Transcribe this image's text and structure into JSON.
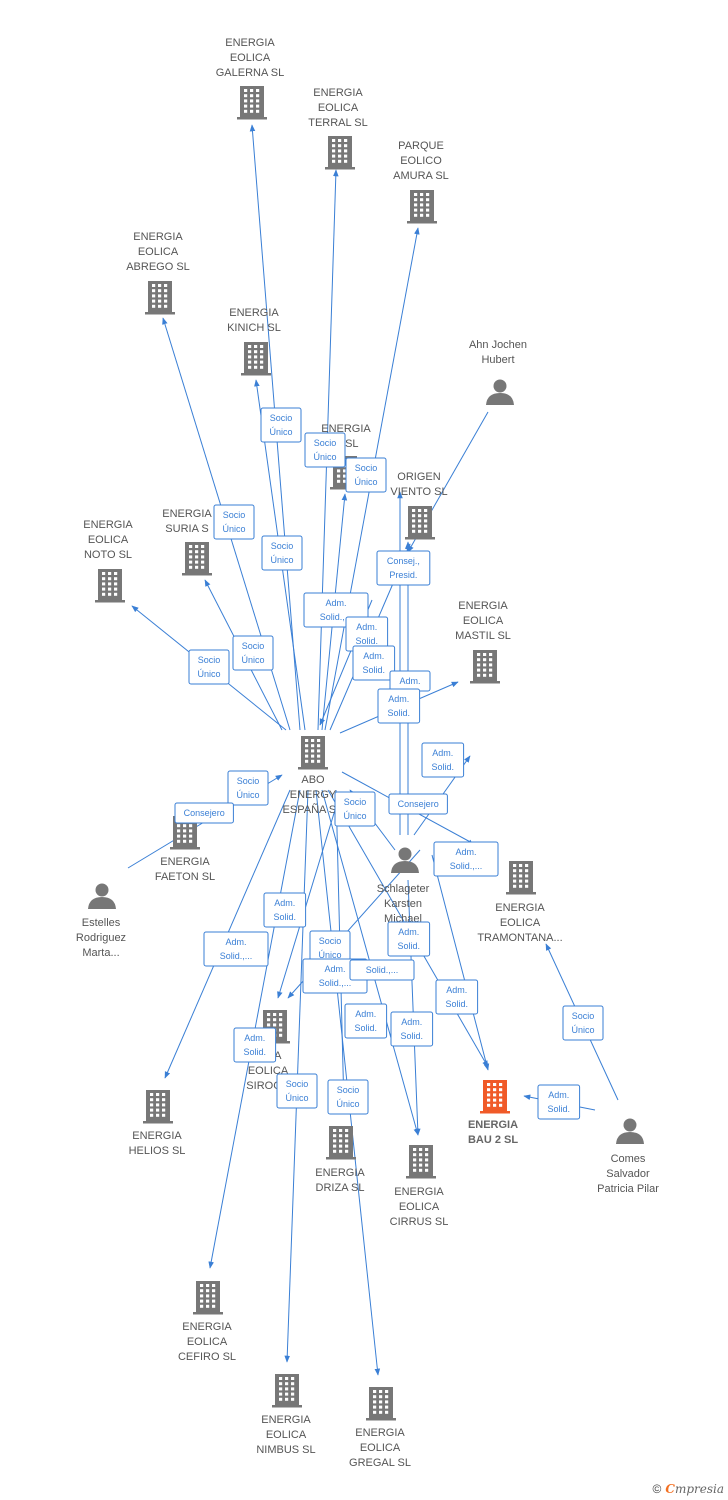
{
  "colors": {
    "edge": "#3a7fd5",
    "node": "#777777",
    "highlight": "#f05a28",
    "text": "#555555"
  },
  "nodes": [
    {
      "id": "abo",
      "type": "building",
      "label": [
        "ABO",
        "ENERGY",
        "ESPAÑA SA"
      ]
    },
    {
      "id": "galerna",
      "type": "building",
      "label": [
        "ENERGIA",
        "EOLICA",
        "GALERNA SL"
      ]
    },
    {
      "id": "terral",
      "type": "building",
      "label": [
        "ENERGIA",
        "EOLICA",
        "TERRAL SL"
      ]
    },
    {
      "id": "amura",
      "type": "building",
      "label": [
        "PARQUE",
        "EOLICO",
        "AMURA SL"
      ]
    },
    {
      "id": "abrego",
      "type": "building",
      "label": [
        "ENERGIA",
        "EOLICA",
        "ABREGO SL"
      ]
    },
    {
      "id": "kinich",
      "type": "building",
      "label": [
        "ENERGIA",
        "KINICH SL"
      ]
    },
    {
      "id": "ahn",
      "type": "person",
      "label": [
        "Ahn Jochen",
        "Hubert"
      ]
    },
    {
      "id": "eosl",
      "type": "building",
      "label": [
        "ENERGIA",
        "O SL"
      ]
    },
    {
      "id": "origen",
      "type": "building",
      "label": [
        "ORIGEN",
        "VIENTO SL"
      ]
    },
    {
      "id": "suria",
      "type": "building",
      "label": [
        "ENERGIA",
        "SURIA S"
      ]
    },
    {
      "id": "noto",
      "type": "building",
      "label": [
        "ENERGIA",
        "EOLICA",
        "NOTO SL"
      ]
    },
    {
      "id": "mastil",
      "type": "building",
      "label": [
        "ENERGIA",
        "EOLICA",
        "MASTIL SL"
      ]
    },
    {
      "id": "faeton",
      "type": "building",
      "label": [
        "ENERGIA",
        "FAETON SL"
      ]
    },
    {
      "id": "estelles",
      "type": "person",
      "label": [
        "Estelles",
        "Rodriguez",
        "Marta..."
      ]
    },
    {
      "id": "schlageter",
      "type": "person",
      "label": [
        "Schlageter",
        "Karsten",
        "Michael"
      ]
    },
    {
      "id": "tramontana",
      "type": "building",
      "label": [
        "ENERGIA",
        "EOLICA",
        "TRAMONTANA..."
      ]
    },
    {
      "id": "siroco",
      "type": "building",
      "label": [
        "RGIA",
        "EOLICA",
        "SIROCO"
      ]
    },
    {
      "id": "helios",
      "type": "building",
      "label": [
        "ENERGIA",
        "HELIOS SL"
      ]
    },
    {
      "id": "driza",
      "type": "building",
      "label": [
        "ENERGIA",
        "DRIZA SL"
      ]
    },
    {
      "id": "cirrus",
      "type": "building",
      "label": [
        "ENERGIA",
        "EOLICA",
        "CIRRUS SL"
      ]
    },
    {
      "id": "bau2",
      "type": "building",
      "highlight": true,
      "label": [
        "ENERGIA",
        "BAU 2 SL"
      ]
    },
    {
      "id": "comes",
      "type": "person",
      "label": [
        "Comes",
        "Salvador",
        "Patricia Pilar"
      ]
    },
    {
      "id": "cefiro",
      "type": "building",
      "label": [
        "ENERGIA",
        "EOLICA",
        "CEFIRO SL"
      ]
    },
    {
      "id": "nimbus",
      "type": "building",
      "label": [
        "ENERGIA",
        "EOLICA",
        "NIMBUS SL"
      ]
    },
    {
      "id": "gregal",
      "type": "building",
      "label": [
        "ENERGIA",
        "EOLICA",
        "GREGAL SL"
      ]
    }
  ],
  "edge_labels": [
    [
      "Socio",
      "Único"
    ],
    [
      "Socio",
      "Único"
    ],
    [
      "Socio",
      "Único"
    ],
    [
      "Socio",
      "Único"
    ],
    [
      "Socio",
      "Único"
    ],
    [
      "Socio",
      "Único"
    ],
    [
      "Socio",
      "Único"
    ],
    [
      "Socio",
      "Único"
    ],
    [
      "Consej.,",
      "Presid."
    ],
    [
      "Adm.",
      "Solid.,..."
    ],
    [
      "Adm.",
      "Solid."
    ],
    [
      "Adm.",
      "Solid."
    ],
    [
      "Adm."
    ],
    [
      "Adm.",
      "Solid."
    ],
    [
      "Adm.",
      "Solid."
    ],
    [
      "Socio",
      "Único"
    ],
    [
      "Consejero"
    ],
    [
      "Consejero"
    ],
    [
      "Adm.",
      "Solid.,..."
    ],
    [
      "Adm.",
      "Solid."
    ],
    [
      "Adm.",
      "Solid.,..."
    ],
    [
      "Socio",
      "Único"
    ],
    [
      "Adm.",
      "Solid."
    ],
    [
      "Adm.",
      "Solid.,..."
    ],
    [
      "Solid.,..."
    ],
    [
      "Adm.",
      "Solid."
    ],
    [
      "Adm.",
      "Solid."
    ],
    [
      "Adm.",
      "Solid."
    ],
    [
      "Adm.",
      "Solid."
    ],
    [
      "Socio",
      "Único"
    ],
    [
      "Socio",
      "Único"
    ],
    [
      "Socio",
      "Único"
    ],
    [
      "Adm.",
      "Solid."
    ],
    [
      "Adm.",
      "Solid."
    ]
  ],
  "footer": {
    "copyright": "©",
    "brand_first": "C",
    "brand_rest": "mpresia"
  }
}
